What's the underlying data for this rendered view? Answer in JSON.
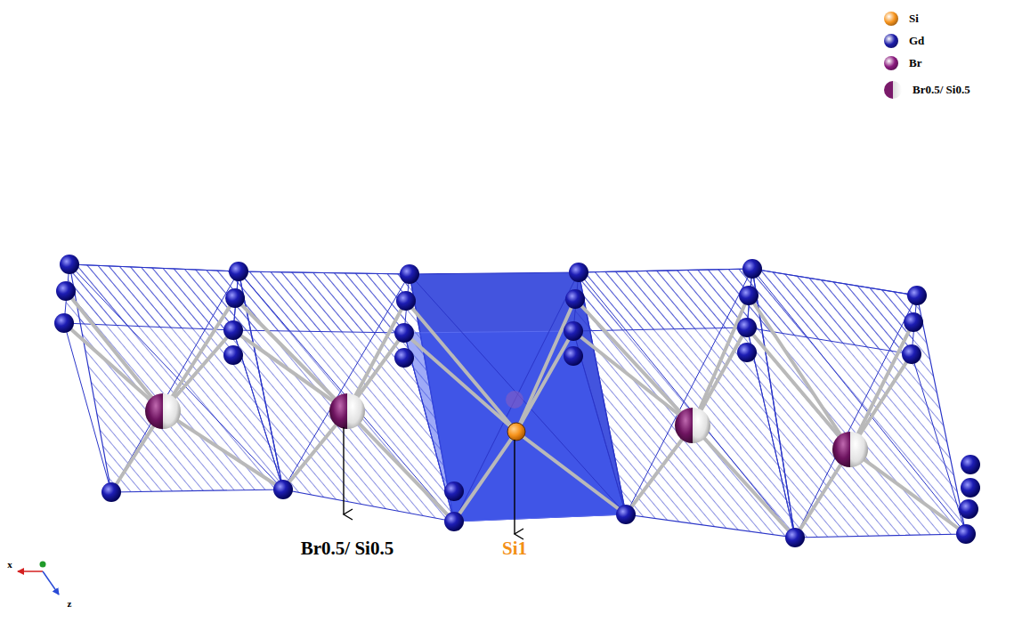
{
  "diagram": {
    "labels": [
      "Br0.5/ Si0.5",
      "Si1",
      "x",
      "z"
    ],
    "legend": [
      {
        "text": "Si",
        "color": "#f7941d"
      },
      {
        "text": "Gd",
        "color": "#1c1ca8"
      },
      {
        "text": "Br",
        "color": "#8b1a7e"
      },
      {
        "text": "Br0.5/ Si0.5"
      }
    ]
  }
}
